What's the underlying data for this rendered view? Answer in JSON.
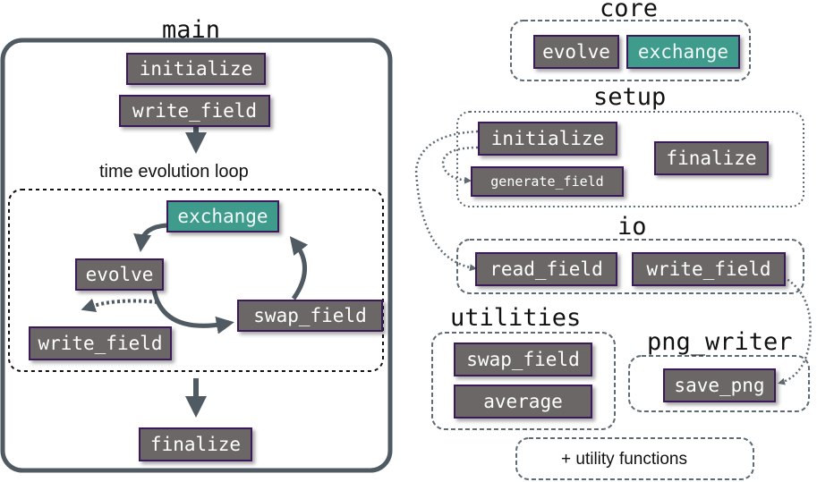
{
  "modules": {
    "main": {
      "title": "main",
      "initialize": "initialize",
      "write_field": "write_field",
      "loop_label": "time evolution loop",
      "loop_exchange": "exchange",
      "loop_evolve": "evolve",
      "loop_swap_field": "swap_field",
      "loop_write_field": "write_field",
      "finalize": "finalize"
    },
    "core": {
      "title": "core",
      "evolve": "evolve",
      "exchange": "exchange"
    },
    "setup": {
      "title": "setup",
      "initialize": "initialize",
      "generate_field": "generate_field",
      "finalize": "finalize"
    },
    "io": {
      "title": "io",
      "read_field": "read_field",
      "write_field": "write_field"
    },
    "utilities": {
      "title": "utilities",
      "swap_field": "swap_field",
      "average": "average"
    },
    "png_writer": {
      "title": "png_writer",
      "save_png": "save_png"
    },
    "footer": {
      "utility_functions": "+ utility functions"
    }
  },
  "colors": {
    "routine_box": "#6b6767",
    "communication_box": "#3f9b8c",
    "box_border": "#3b1a5a",
    "container_border": "#4f5a62",
    "arrow": "#4f5a62"
  }
}
